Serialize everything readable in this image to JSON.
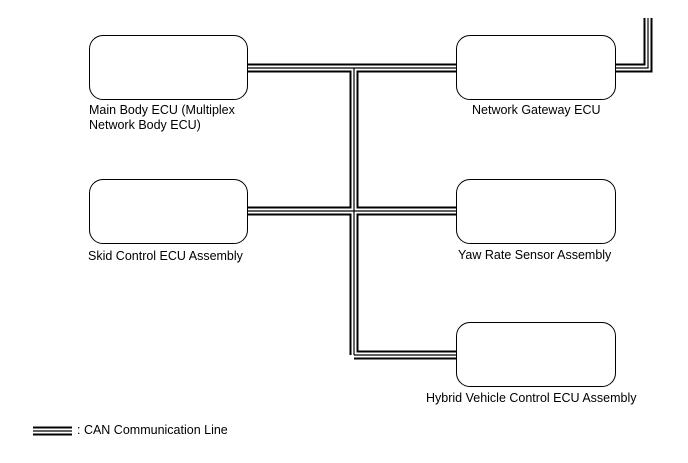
{
  "nodes": {
    "main_body": {
      "lines": [
        "Main Body ECU (Multiplex",
        "Network Body ECU)"
      ]
    },
    "network_gateway": {
      "lines": [
        "Network Gateway ECU"
      ]
    },
    "skid_control": {
      "lines": [
        "Skid Control ECU Assembly"
      ]
    },
    "yaw_rate": {
      "lines": [
        "Yaw Rate Sensor Assembly"
      ]
    },
    "hybrid_vehicle": {
      "lines": [
        "Hybrid Vehicle Control ECU Assembly"
      ]
    }
  },
  "legend": {
    "text": ": CAN Communication Line"
  }
}
